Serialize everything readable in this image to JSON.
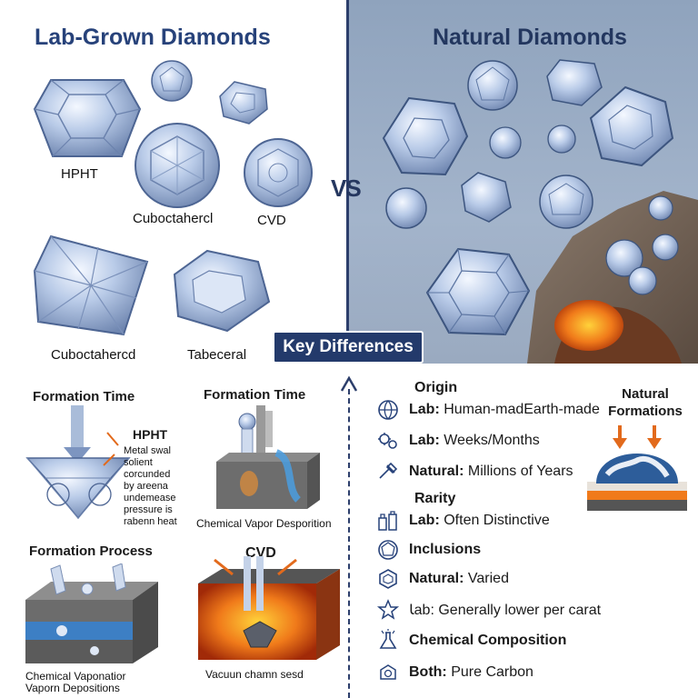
{
  "titles": {
    "lab": "Lab-Grown Diamonds",
    "natural": "Natural Diamonds",
    "vs": "VS"
  },
  "gem_labels": {
    "hpht": "HPHT",
    "cubo1": "Cuboctahercl",
    "cvd": "CVD",
    "cubo2": "Cuboctahercd",
    "tabeceral": "Tabeceral"
  },
  "key_differences": "Key Differences",
  "left_sections": {
    "formation_time_1": "Formation Time",
    "formation_time_2": "Formation Time",
    "hpht_label": "HPHT",
    "hpht_text": "Metal swal\nsolient\ncorcunded\nby areena\nundemease\npressure is\nrabenn heat",
    "cvd_caption": "Chemical Vapor Desporition",
    "formation_process": "Formation Process",
    "cvd_head": "CVD",
    "process_caption": "Chemical Vaponatior\nVaporn Depositions",
    "vacuum_caption": "Vacuun chamn sesd"
  },
  "right_list": {
    "origin_head": "Origin",
    "row1_bold": "Lab:",
    "row1_text": " Human-madEarth-made",
    "row2_bold": "Lab:",
    "row2_text": " Weeks/Months",
    "row3_bold": "Natural:",
    "row3_text": " Millions of Years",
    "rarity_head": "Rarity",
    "row4_bold": "Lab:",
    "row4_text": " Often Distinctive",
    "row5_bold": "Inclusions",
    "row6_bold": "Natural:",
    "row6_text": " Varied",
    "row7_text": "Ꙇab: Generally lower per carat",
    "row8_bold": "Chemical Composition",
    "row9_bold": "Both:",
    "row9_text": " Pure Carbon",
    "natural_formations": "Natural\nFormations"
  },
  "colors": {
    "title_blue": "#27427a",
    "navy": "#233a6b",
    "gem_blue": "#b8c8e6",
    "lava": "#f07a1a"
  }
}
